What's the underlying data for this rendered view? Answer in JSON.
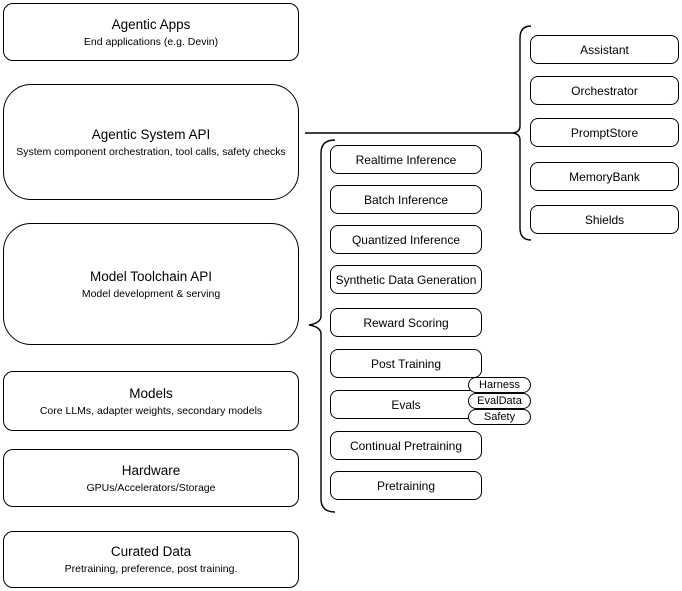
{
  "diagram": {
    "colors": {
      "background": "#ffffff",
      "node_fill": "#ffffff",
      "stroke": "#000000",
      "text": "#000000"
    },
    "infrastructure_stack": [
      {
        "title": "Agentic Apps",
        "subtitle": "End applications (e.g. Devin)"
      },
      {
        "title": "Agentic System API",
        "subtitle": "System component orchestration, tool calls, safety checks"
      },
      {
        "title": "Model Toolchain API",
        "subtitle": "Model development & serving"
      },
      {
        "title": "Models",
        "subtitle": "Core LLMs, adapter weights, secondary models"
      },
      {
        "title": "Hardware",
        "subtitle": "GPUs/Accelerators/Storage"
      },
      {
        "title": "Curated Data",
        "subtitle": "Pretraining, preference, post training."
      }
    ],
    "toolchain_services": [
      "Realtime Inference",
      "Batch Inference",
      "Quantized Inference",
      "Synthetic Data Generation",
      "Reward Scoring",
      "Post Training",
      "Evals",
      "Continual Pretraining",
      "Pretraining"
    ],
    "evals_tags": [
      "Harness",
      "EvalData",
      "Safety"
    ],
    "system_components": [
      "Assistant",
      "Orchestrator",
      "PromptStore",
      "MemoryBank",
      "Shields"
    ]
  }
}
